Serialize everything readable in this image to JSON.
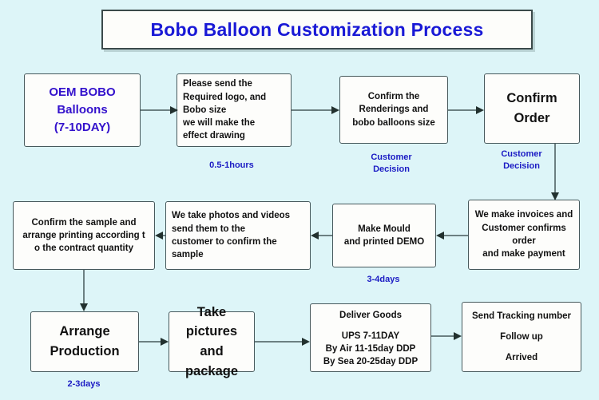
{
  "title": {
    "text": "Bobo Balloon Customization Process"
  },
  "nodes": {
    "oem": {
      "lines": [
        "OEM BOBO",
        "Balloons",
        "(7-10DAY)"
      ]
    },
    "send_logo": {
      "lines": [
        "Please send the",
        "Required logo, and",
        "Bobo size",
        "we will make the",
        "effect drawing"
      ]
    },
    "confirm_render": {
      "lines": [
        "Confirm the",
        "Renderings and",
        "bobo balloons size"
      ]
    },
    "confirm_order": {
      "lines": [
        "Confirm",
        "Order"
      ]
    },
    "invoices": {
      "lines": [
        "We make invoices and",
        "Customer confirms order",
        "and  make payment"
      ]
    },
    "make_mould": {
      "lines": [
        "Make Mould",
        "and printed  DEMO"
      ]
    },
    "photos": {
      "lines": [
        "We take photos  and videos",
        "send them to the",
        "customer to confirm the",
        "sample"
      ]
    },
    "confirm_sample": {
      "lines": [
        "Confirm the sample and",
        "arrange printing according t",
        "o the contract quantity"
      ]
    },
    "arrange_production": {
      "lines": [
        "Arrange",
        "Production"
      ]
    },
    "take_pictures": {
      "lines": [
        "Take pictures",
        "and package"
      ]
    },
    "deliver_goods": {
      "lines": [
        "Deliver  Goods",
        "UPS  7-11DAY",
        "By Air 11-15day DDP",
        "By Sea 20-25day DDP"
      ]
    },
    "tracking": {
      "lines": [
        "Send  Tracking number",
        "Follow up",
        "Arrived"
      ]
    }
  },
  "captions": {
    "hours": "0.5-1hours",
    "decision_render": [
      "Customer",
      "Decision"
    ],
    "decision_order": [
      "Customer",
      "Decision"
    ],
    "days_mould": "3-4days",
    "days_production": "2-3days"
  },
  "colors": {
    "background": "#ddf5f8",
    "box_fill": "#fdfdfb",
    "box_border": "#47595c",
    "title_text": "#1919d6",
    "accent_text": "#3311cc",
    "caption_text": "#1b1bc4",
    "connector": "#46595b"
  }
}
